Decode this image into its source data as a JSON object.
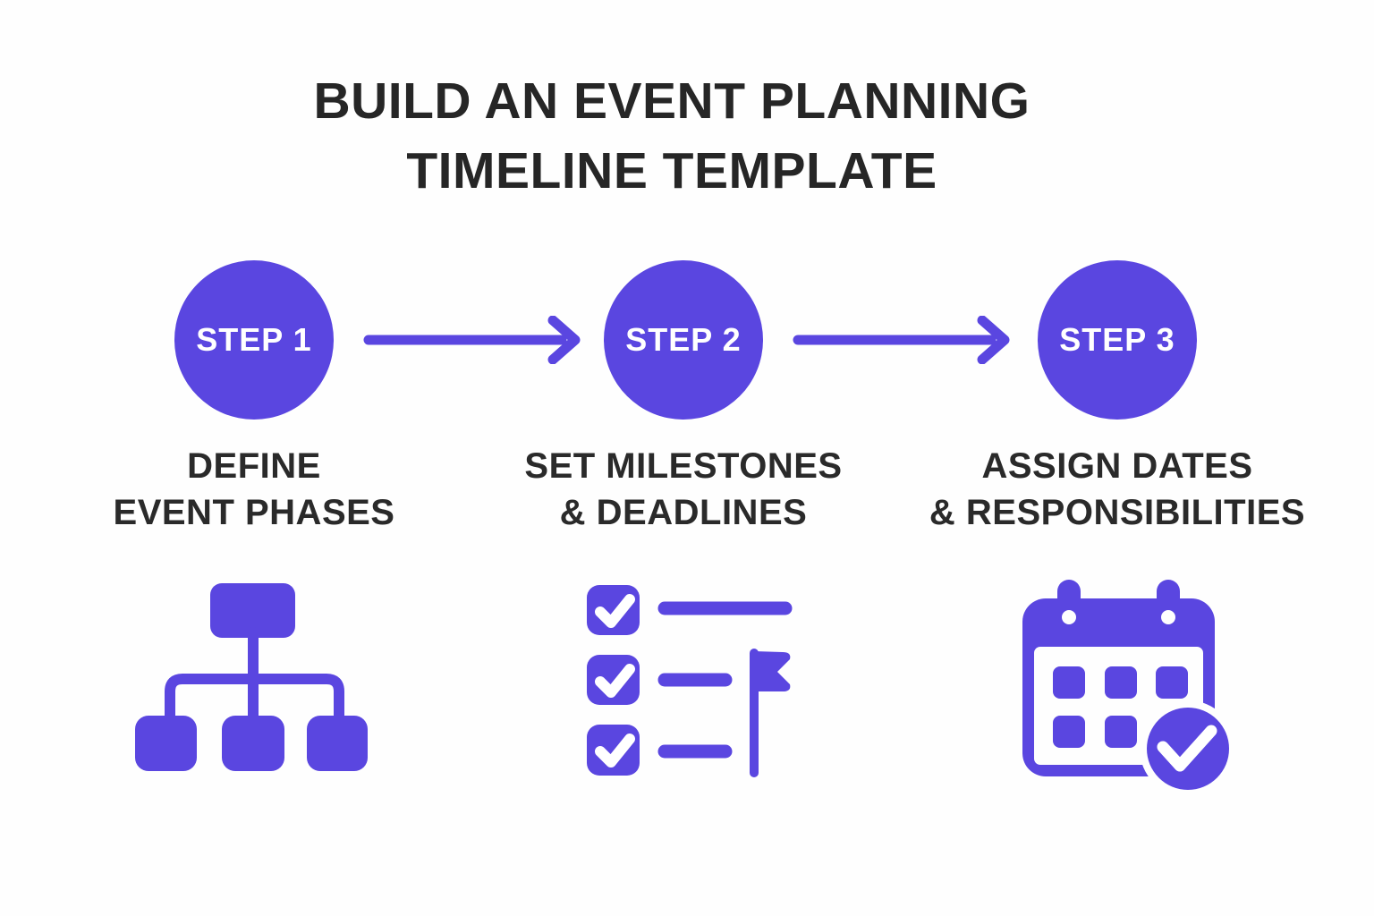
{
  "page": {
    "background": "#fefefe",
    "accent_color": "#5a46e0",
    "text_color": "#262626"
  },
  "title": {
    "line1": "BUILD AN EVENT PLANNING",
    "line2": "TIMELINE TEMPLATE"
  },
  "steps": [
    {
      "badge": "STEP 1",
      "label_line1": "DEFINE",
      "label_line2": "EVENT PHASES",
      "icon": "org-chart-icon"
    },
    {
      "badge": "STEP 2",
      "label_line1": "SET MILESTONES",
      "label_line2": "& DEADLINES",
      "icon": "checklist-flag-icon"
    },
    {
      "badge": "STEP 3",
      "label_line1": "ASSIGN DATES",
      "label_line2": "& RESPONSIBILITIES",
      "icon": "calendar-check-icon"
    }
  ],
  "connectors": [
    {
      "name": "arrow-step1-to-step2"
    },
    {
      "name": "arrow-step2-to-step3"
    }
  ]
}
